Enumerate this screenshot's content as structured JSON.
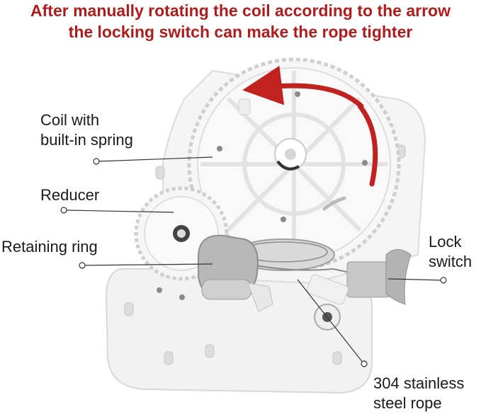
{
  "headline": {
    "line1": "After manually rotating the coil according to the arrow",
    "line2": "the locking switch can make the rope tighter"
  },
  "labels": {
    "coil_line1": "Coil with",
    "coil_line2": "built-in spring",
    "reducer": "Reducer",
    "retaining_ring": "Retaining ring",
    "lock_line1": "Lock",
    "lock_line2": "switch",
    "rope_line1": "304 stainless",
    "rope_line2": "steel rope"
  },
  "colors": {
    "headline": "#b01c1c",
    "arrow": "#c0221f",
    "plastic": "#f4f4f4",
    "lock_gray": "#a9a9a9"
  }
}
